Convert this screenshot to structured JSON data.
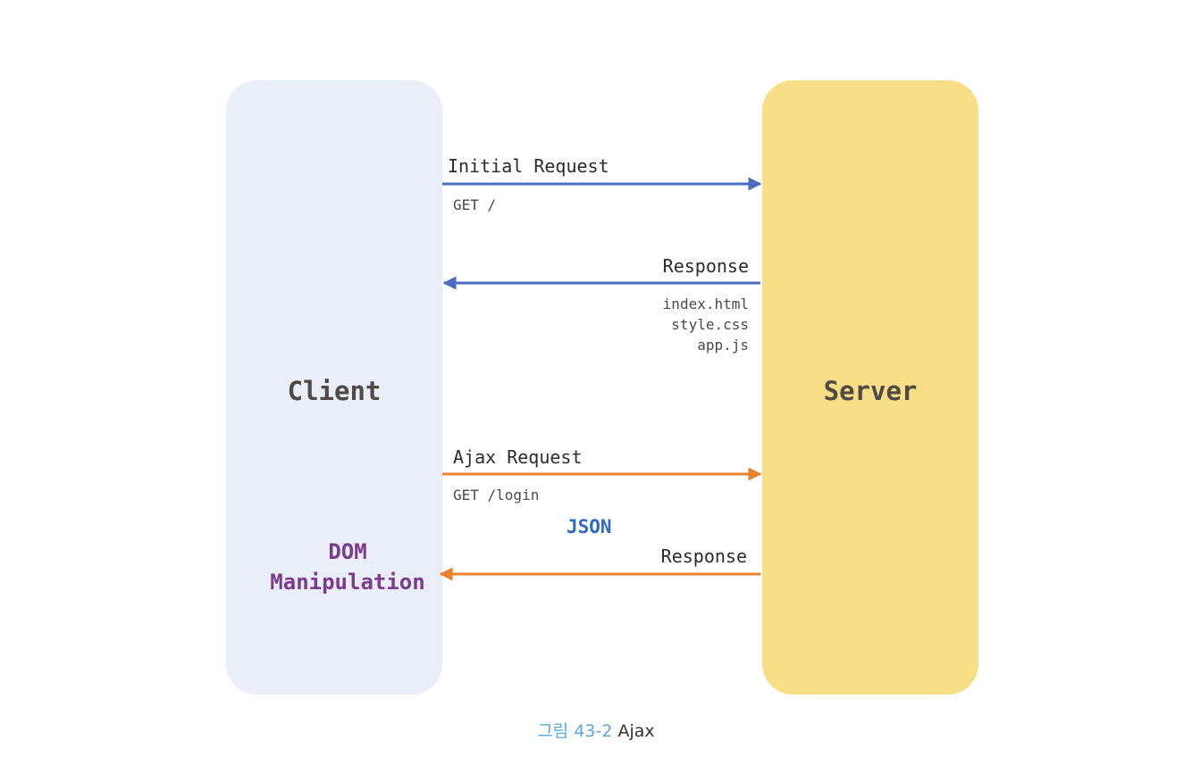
{
  "diagram": {
    "client": {
      "label": "Client"
    },
    "server": {
      "label": "Server"
    },
    "dom_manipulation": {
      "line1": "DOM",
      "line2": "Manipulation"
    },
    "initial_request": {
      "title": "Initial Request",
      "detail": "GET /"
    },
    "initial_response": {
      "title": "Response",
      "files": [
        "index.html",
        "style.css",
        "app.js"
      ]
    },
    "ajax_request": {
      "title": "Ajax Request",
      "detail": "GET /login"
    },
    "ajax_response": {
      "title": "Response",
      "payload": "JSON"
    },
    "colors": {
      "client_panel": "#e9eef9",
      "server_panel": "#f8de86",
      "initial_arrows": "#4a6fc1",
      "ajax_arrows": "#e8822f",
      "dom_text": "#7b3b8e",
      "json_text": "#2f69c8"
    }
  },
  "caption": {
    "figure": "그림 43-2",
    "title": "Ajax"
  }
}
